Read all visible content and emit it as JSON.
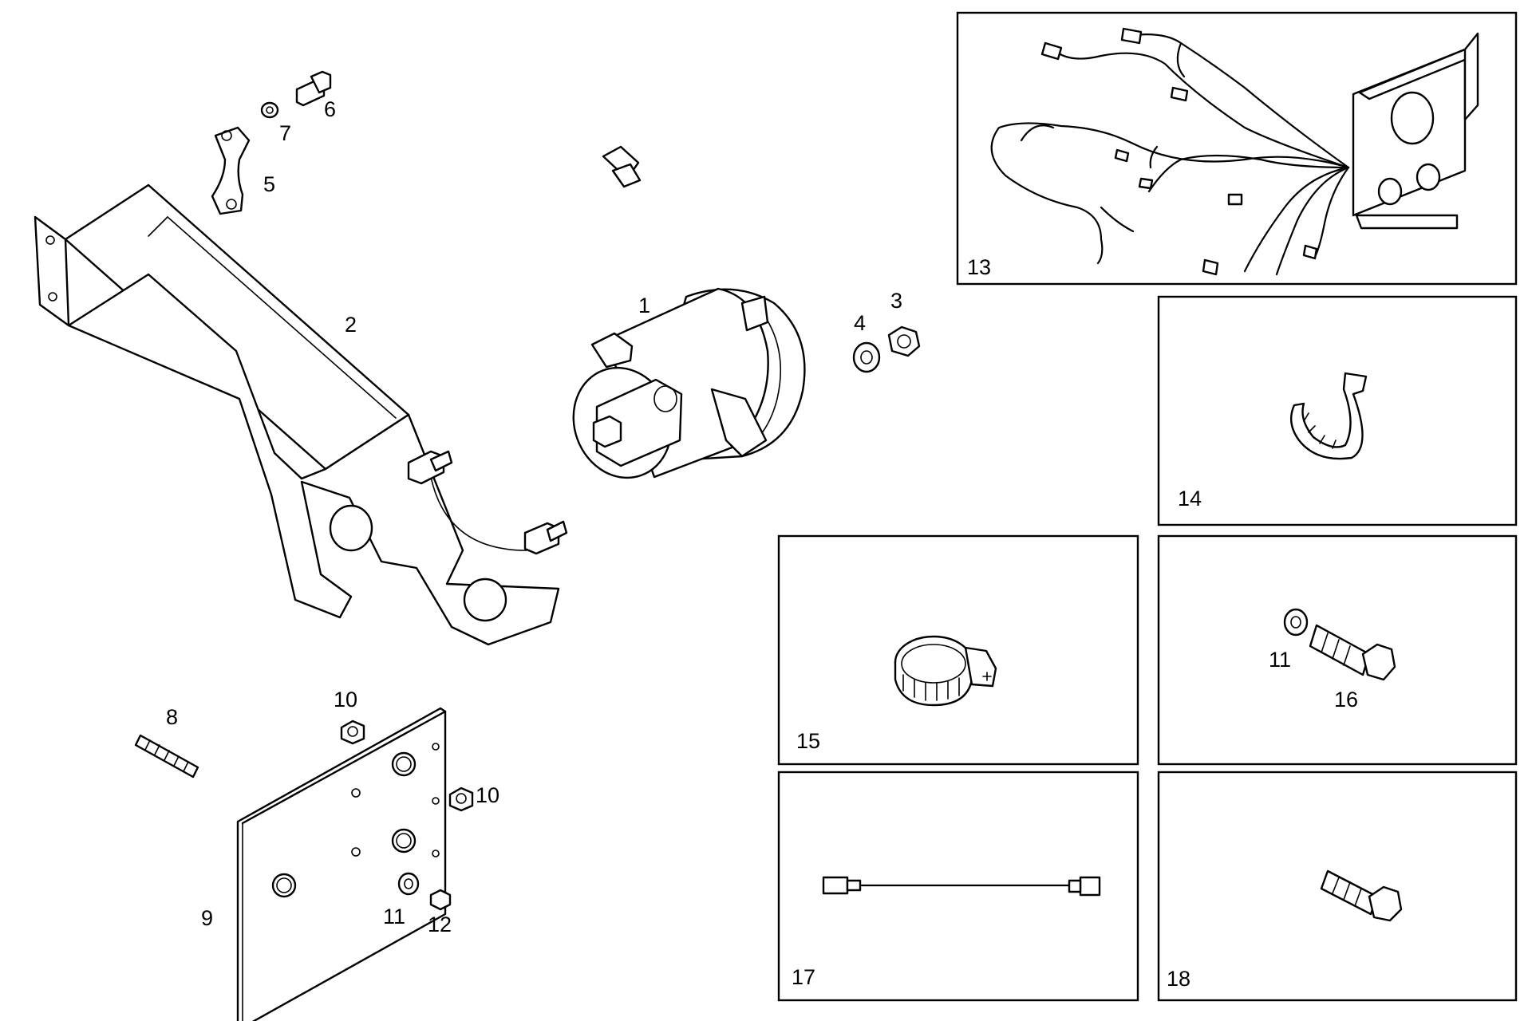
{
  "callouts": {
    "c1": "1",
    "c2": "2",
    "c3": "3",
    "c4": "4",
    "c5": "5",
    "c6": "6",
    "c7": "7",
    "c8": "8",
    "c9": "9",
    "c10a": "10",
    "c10b": "10",
    "c11a": "11",
    "c11b": "11",
    "c12": "12",
    "c13": "13",
    "c14": "14",
    "c15": "15",
    "c16": "16",
    "c17": "17",
    "c18": "18"
  }
}
